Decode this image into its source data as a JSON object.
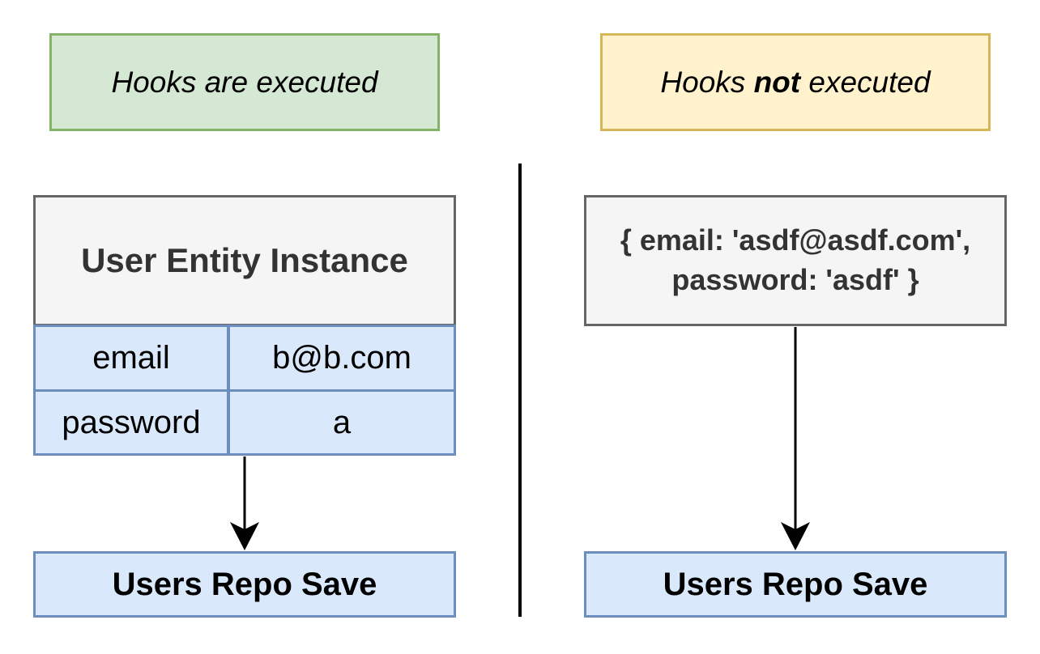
{
  "left": {
    "header": "Hooks are executed",
    "entity_title": "User Entity Instance",
    "rows": [
      {
        "key": "email",
        "value": "b@b.com"
      },
      {
        "key": "password",
        "value": "a"
      }
    ],
    "target": "Users Repo Save"
  },
  "right": {
    "header_prefix": "Hooks ",
    "header_emphasis": "not",
    "header_suffix": " executed",
    "object_line1": "{ email: 'asdf@asdf.com',",
    "object_line2": "password: 'asdf' }",
    "target": "Users Repo Save"
  },
  "colors": {
    "green_fill": "#d5e8d4",
    "green_stroke": "#82b366",
    "yellow_fill": "#fff2cc",
    "yellow_stroke": "#d6b656",
    "gray_fill": "#f5f5f5",
    "gray_stroke": "#666666",
    "blue_fill": "#dae8fc",
    "blue_stroke": "#6c8ebf"
  }
}
